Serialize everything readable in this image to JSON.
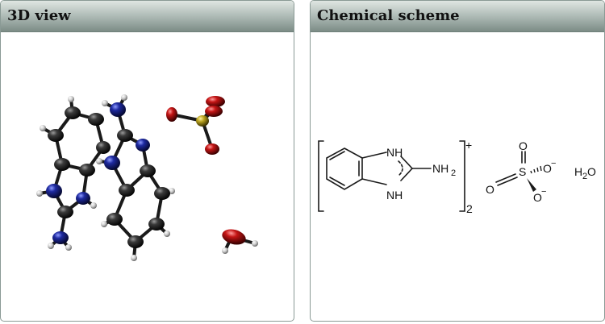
{
  "panels": {
    "left": {
      "title": "3D view"
    },
    "right": {
      "title": "Chemical scheme",
      "labels": {
        "nh_top": "NH",
        "nh_bottom": "NH",
        "nh2": "NH",
        "nh2_sub": "2",
        "charge": "+",
        "multiplier": "2",
        "sulfur": "S",
        "o_top": "O",
        "o_left": "O",
        "o_right": "O",
        "o_right_charge": "−",
        "o_bottom": "O",
        "o_bottom_charge": "−",
        "water_h": "H",
        "water_sub": "2",
        "water_o": "O"
      }
    }
  },
  "colors": {
    "carbon": "#2a2a2a",
    "nitrogen": "#1e2aa0",
    "hydrogen": "#d8d8d8",
    "sulfur": "#b8a21e",
    "oxygen": "#c41515",
    "bond": "#1a1a1a"
  }
}
